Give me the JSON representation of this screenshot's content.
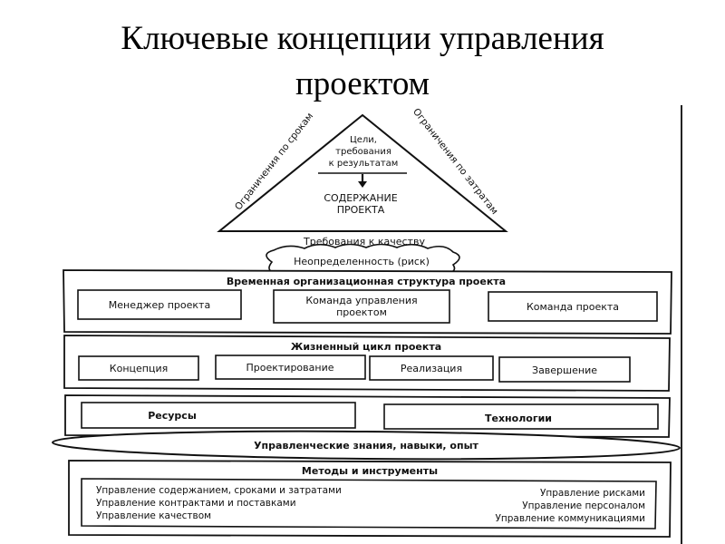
{
  "title": {
    "line1": "Ключевые концепции управления",
    "line2": "проектом"
  },
  "pyramid": {
    "left_side": "Ограничения по срокам",
    "right_side": "Ограничения по затратам",
    "top_line1": "Цели,",
    "top_line2": "требования",
    "top_line3": "к результатам",
    "content_line1": "СОДЕРЖАНИЕ",
    "content_line2": "ПРОЕКТА",
    "base": "Требования к качеству"
  },
  "uncertainty": "Неопределенность (риск)",
  "org_structure": {
    "title": "Временная организационная структура проекта",
    "items": [
      {
        "line1": "Менеджер проекта",
        "line2": ""
      },
      {
        "line1": "Команда управления",
        "line2": "проектом"
      },
      {
        "line1": "Команда проекта",
        "line2": ""
      }
    ]
  },
  "life_cycle": {
    "title": "Жизненный цикл проекта",
    "items": [
      "Концепция",
      "Проектирование",
      "Реализация",
      "Завершение"
    ]
  },
  "resources": {
    "left": "Ресурсы",
    "right": "Технологии"
  },
  "knowledge": "Управленческие знания, навыки, опыт",
  "methods": {
    "title": "Методы и инструменты",
    "left": [
      "Управление содержанием, сроками и затратами",
      "Управление контрактами и поставками",
      "Управление качеством"
    ],
    "right": [
      "Управление рисками",
      "Управление персоналом",
      "Управление коммуникациями"
    ]
  }
}
